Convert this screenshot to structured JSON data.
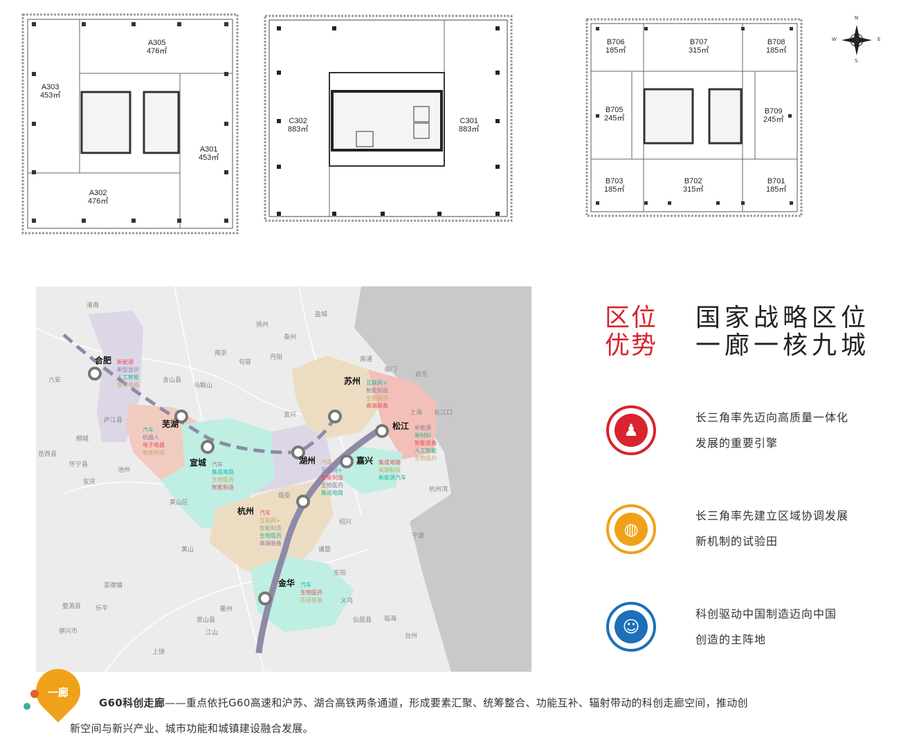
{
  "floor_plans": [
    {
      "rooms": [
        {
          "id": "A305",
          "area": "476㎡"
        },
        {
          "id": "A303",
          "area": "453㎡"
        },
        {
          "id": "A301",
          "area": "453㎡"
        },
        {
          "id": "A302",
          "area": "476㎡"
        }
      ]
    },
    {
      "rooms": [
        {
          "id": "C302",
          "area": "883㎡"
        },
        {
          "id": "C301",
          "area": "883㎡"
        }
      ]
    },
    {
      "rooms": [
        {
          "id": "B706",
          "area": "185㎡"
        },
        {
          "id": "B707",
          "area": "315㎡"
        },
        {
          "id": "B708",
          "area": "185㎡"
        },
        {
          "id": "B705",
          "area": "245㎡"
        },
        {
          "id": "B709",
          "area": "245㎡"
        },
        {
          "id": "B703",
          "area": "185㎡"
        },
        {
          "id": "B702",
          "area": "315㎡"
        },
        {
          "id": "B701",
          "area": "185㎡"
        }
      ]
    }
  ],
  "compass": {
    "n": "N",
    "s": "S",
    "e": "E",
    "w": "W"
  },
  "map": {
    "cities": [
      {
        "name": "合肥",
        "industries": [
          {
            "t": "新能源",
            "c": "#e8505b"
          },
          {
            "t": "新型显示",
            "c": "#8a7fa8"
          },
          {
            "t": "人工智能",
            "c": "#1fb89a"
          },
          {
            "t": "家用电器",
            "c": "#c8a86a"
          }
        ]
      },
      {
        "name": "芜湖",
        "industries": [
          {
            "t": "汽车",
            "c": "#1fb89a"
          },
          {
            "t": "机器人",
            "c": "#8a7fa8"
          },
          {
            "t": "电子电器",
            "c": "#e8505b"
          },
          {
            "t": "智能制造",
            "c": "#c8a86a"
          }
        ]
      },
      {
        "name": "宣城",
        "industries": [
          {
            "t": "汽车",
            "c": "#8a7fa8"
          },
          {
            "t": "集成电路",
            "c": "#1fb89a"
          },
          {
            "t": "生物医药",
            "c": "#c8a86a"
          },
          {
            "t": "智能制造",
            "c": "#e8505b"
          }
        ]
      },
      {
        "name": "湖州",
        "industries": [
          {
            "t": "汽车",
            "c": "#c8a86a"
          },
          {
            "t": "互联网+",
            "c": "#8a7fa8"
          },
          {
            "t": "智能制造",
            "c": "#e8505b"
          },
          {
            "t": "生物医药",
            "c": "#8a7fa8"
          },
          {
            "t": "集成电路",
            "c": "#1fb89a"
          }
        ]
      },
      {
        "name": "苏州",
        "industries": [
          {
            "t": "互联网+",
            "c": "#1fb89a"
          },
          {
            "t": "智能制造",
            "c": "#8a7fa8"
          },
          {
            "t": "生物医药",
            "c": "#c8a86a"
          },
          {
            "t": "高端装备",
            "c": "#e8505b"
          }
        ]
      },
      {
        "name": "松江",
        "industries": [
          {
            "t": "新能源",
            "c": "#8a7fa8"
          },
          {
            "t": "新材料",
            "c": "#1fb89a"
          },
          {
            "t": "智能装备",
            "c": "#e8505b"
          },
          {
            "t": "人工智能",
            "c": "#1fb89a"
          },
          {
            "t": "生物医药",
            "c": "#c8a86a"
          }
        ]
      },
      {
        "name": "嘉兴",
        "industries": [
          {
            "t": "集成电路",
            "c": "#e8505b"
          },
          {
            "t": "高端制造",
            "c": "#c8a86a"
          },
          {
            "t": "新能源汽车",
            "c": "#1fb89a"
          }
        ]
      },
      {
        "name": "杭州",
        "industries": [
          {
            "t": "汽车",
            "c": "#e8505b"
          },
          {
            "t": "互联网+",
            "c": "#c8a86a"
          },
          {
            "t": "智能制造",
            "c": "#8aa8a0"
          },
          {
            "t": "生物医药",
            "c": "#1fb89a"
          },
          {
            "t": "高端装备",
            "c": "#8a7fa8"
          }
        ]
      },
      {
        "name": "金华",
        "industries": [
          {
            "t": "汽车",
            "c": "#1fb89a"
          },
          {
            "t": "生物医药",
            "c": "#e8505b"
          },
          {
            "t": "先进装备",
            "c": "#c8a86a"
          }
        ]
      }
    ],
    "places": [
      "淮南",
      "盐城",
      "扬州",
      "泰州",
      "南京",
      "句容",
      "丹阳",
      "南通",
      "海门",
      "启东",
      "六安",
      "含山县",
      "马鞍山",
      "宜兴",
      "上海",
      "长江口",
      "庐江县",
      "桐城",
      "岳西县",
      "怀宁县",
      "池州",
      "安庆",
      "黄山区",
      "临安",
      "绍兴",
      "宁波",
      "杭州湾",
      "黄山",
      "诸暨",
      "东阳",
      "景德镇",
      "衢州",
      "乐平",
      "婺源县",
      "常山县",
      "江山",
      "德兴市",
      "义乌",
      "台州",
      "仙居县",
      "上饶",
      "临海"
    ]
  },
  "headline": {
    "tag_line1": "区位",
    "tag_line2": "优势",
    "title_line1": "国家战略区位",
    "title_line2": "一廊一核九城"
  },
  "features": [
    {
      "icon": "people-icon",
      "line1": "长三角率先迈向高质量一体化",
      "line2": "发展的重要引擎",
      "color": "#d9232d"
    },
    {
      "icon": "globe-icon",
      "line1": "长三角率先建立区域协调发展",
      "line2": "新机制的试验田",
      "color": "#f0a11a"
    },
    {
      "icon": "head-idea-icon",
      "line1": "科创驱动中国制造迈向中国",
      "line2": "创造的主阵地",
      "color": "#1c6fb8"
    }
  ],
  "corridor": {
    "badge": "一廊",
    "title": "G60科创走廊",
    "text1": "——重点依托G60高速和沪苏、湖合高铁两条通道，形成要素汇聚、统筹整合、功能互补、辐射带动的科创走廊空间，推动创",
    "text2": "新空间与新兴产业、城市功能和城镇建设融合发展。"
  }
}
